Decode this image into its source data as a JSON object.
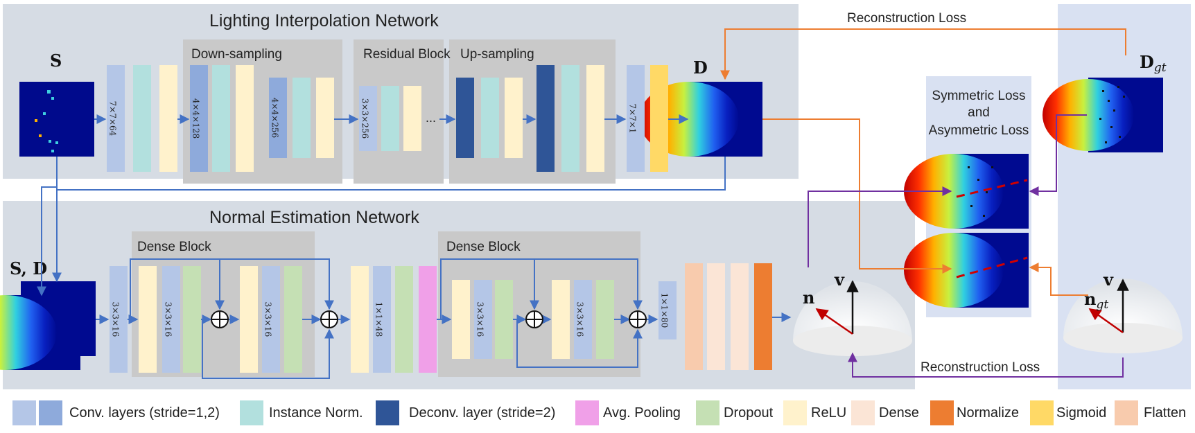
{
  "colors": {
    "conv1": "#b4c6e7",
    "conv2": "#8eaadb",
    "inorm": "#b2e0de",
    "deconv": "#2f5597",
    "avgpool": "#f0a0e8",
    "dropout": "#c5e0b4",
    "relu": "#fff2cc",
    "dense": "#fbe5d6",
    "normalize": "#ed7d31",
    "sigmoid": "#ffd966",
    "flatten": "#f8cbad",
    "panel": "#d6dce4",
    "block": "#c9c9c9",
    "blue": "#4472c4",
    "orange": "#ed7d31",
    "purple": "#7030a0"
  },
  "titles": {
    "lighting": "Lighting Interpolation Network",
    "normal": "Normal Estimation Network",
    "downsampling": "Down-sampling",
    "residual": "Residual Block",
    "upsampling": "Up-sampling",
    "dense1": "Dense Block",
    "dense2": "Dense Block",
    "recon_top": "Reconstruction Loss",
    "recon_bottom": "Reconstruction Loss",
    "sym_line1": "Symmetric Loss",
    "sym_line2": "and",
    "sym_line3": "Asymmetric Loss"
  },
  "symbols": {
    "S": "S",
    "SD_S": "S",
    "SD_sep": ", ",
    "SD_D": "D",
    "D": "D",
    "Dgt_main": "D",
    "Dgt_sub": "gt",
    "v1": "v",
    "n": "n",
    "v2": "v",
    "ngt_main": "n",
    "ngt_sub": "gt"
  },
  "layer_labels": {
    "l1": "7×7×64",
    "l2": "4×4×128",
    "l3": "4×4×256",
    "l4": "3×3×256",
    "l5": "7×7×1",
    "n1": "3×3×16",
    "n2": "3×3×16",
    "n3": "3×3×16",
    "n4": "1×1×48",
    "n5": "3×3×16",
    "n6": "3×3×16",
    "n7": "1×1×80",
    "ellipsis": "..."
  },
  "legend": [
    {
      "label": "Conv. layers (stride=1,2)"
    },
    {
      "label": "Instance Norm."
    },
    {
      "label": "Deconv. layer (stride=2)"
    },
    {
      "label": "Avg. Pooling"
    },
    {
      "label": "Dropout"
    },
    {
      "label": "ReLU"
    },
    {
      "label": "Dense"
    },
    {
      "label": "Normalize"
    },
    {
      "label": "Sigmoid"
    },
    {
      "label": "Flatten"
    }
  ]
}
